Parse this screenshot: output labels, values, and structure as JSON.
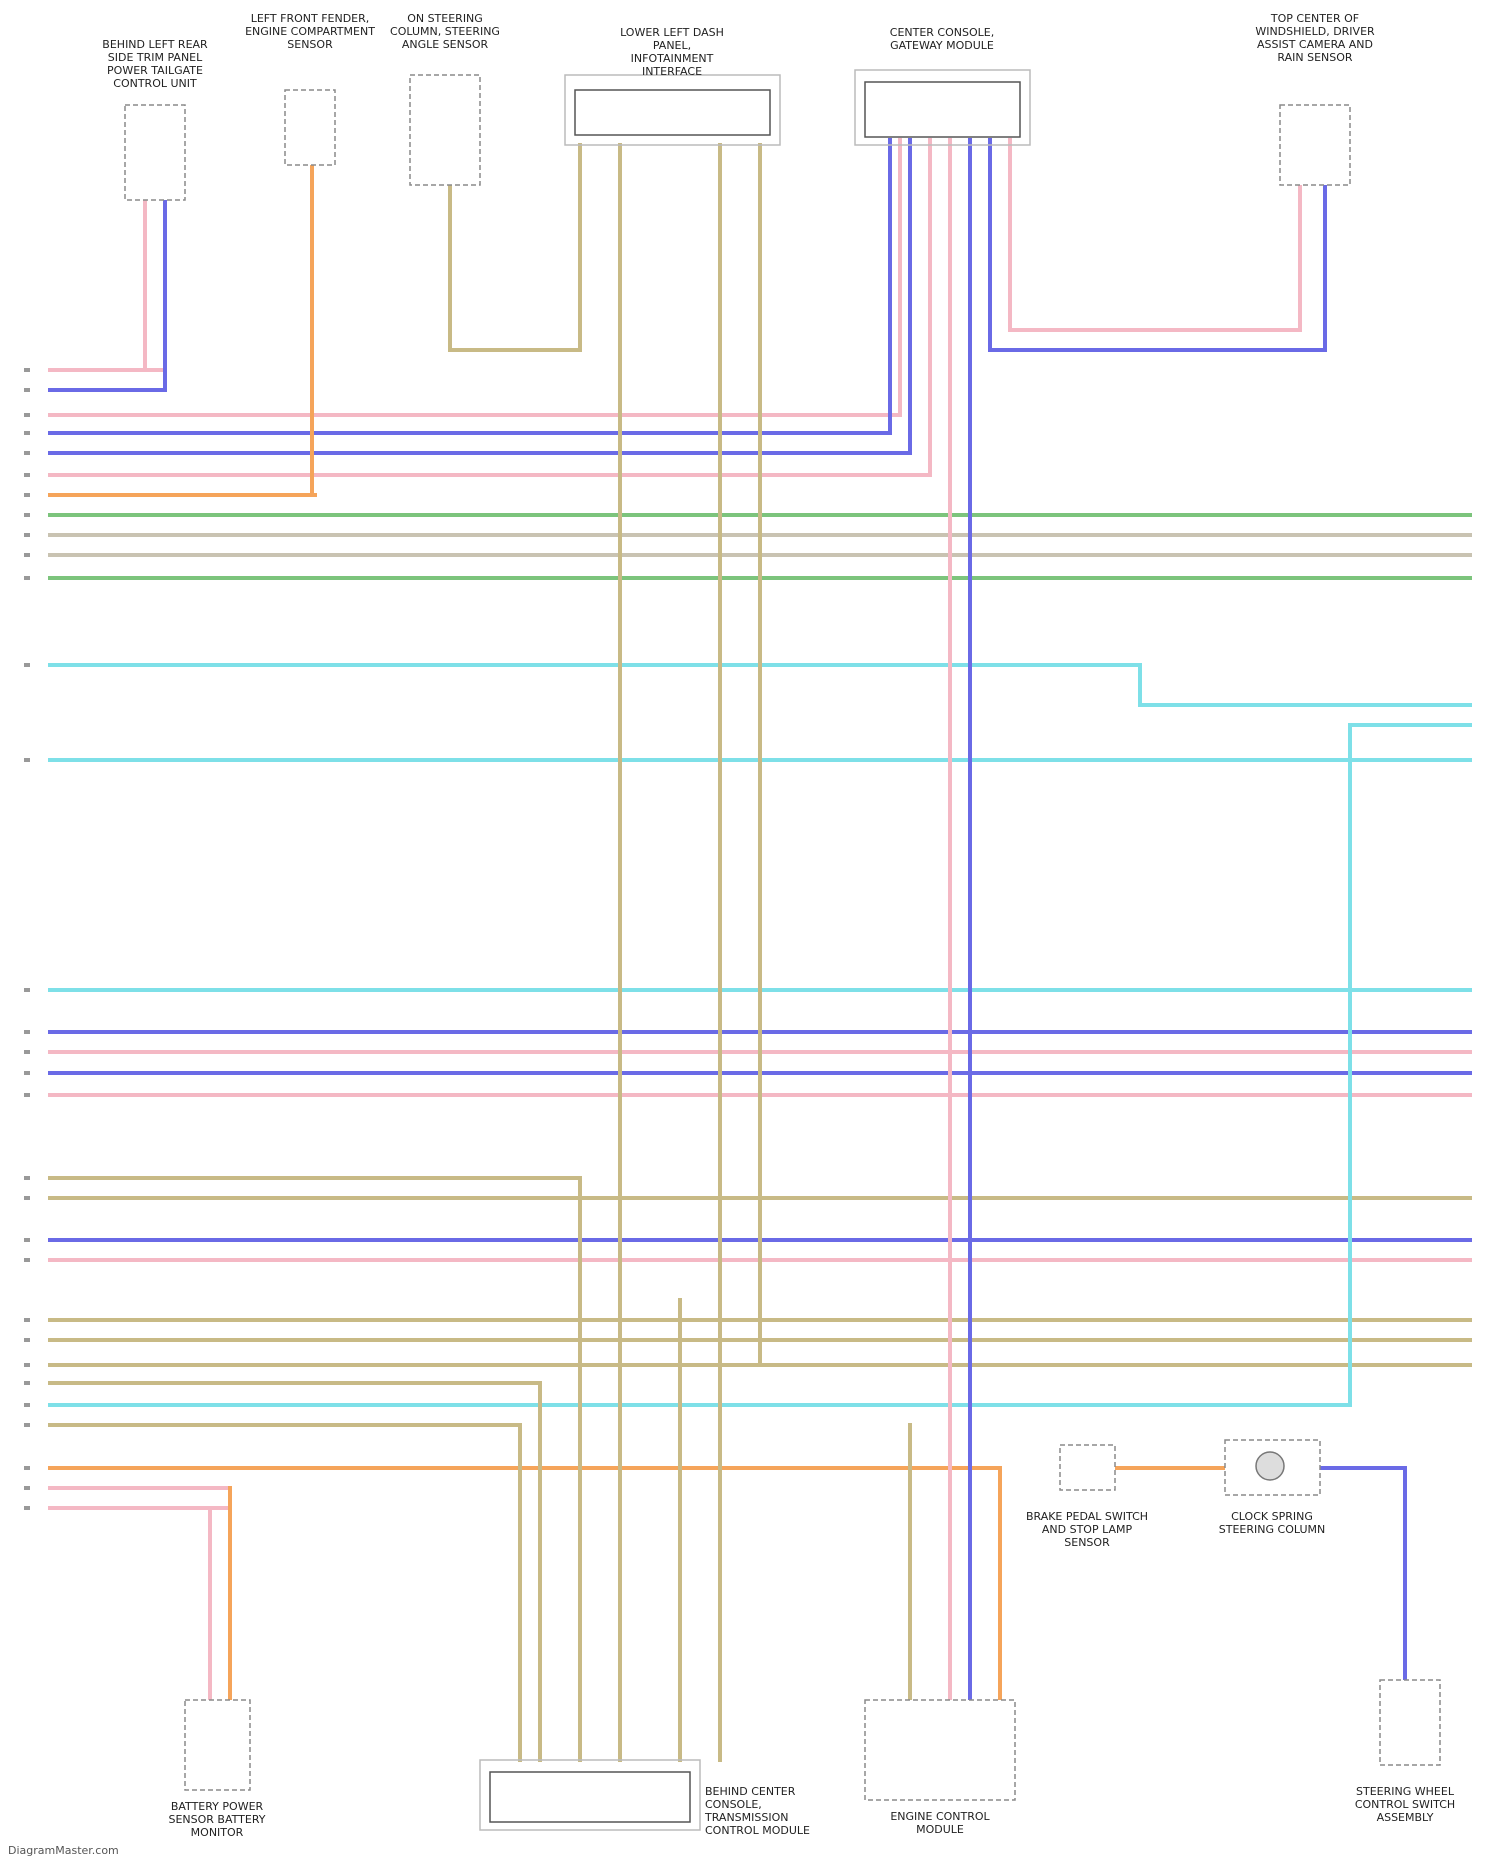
{
  "colors": {
    "pink": "#f4b8c4",
    "blue": "#6a6ae6",
    "orange": "#f5a45a",
    "green": "#7cc47c",
    "gray": "#c9c3b2",
    "cyan": "#7ee0e8",
    "tan": "#c8ba86",
    "red": "#e8a0b0"
  },
  "components": [
    {
      "id": "c1",
      "label": "BEHIND LEFT REAR SIDE TRIM PANEL POWER TAILGATE CONTROL UNIT"
    },
    {
      "id": "c2",
      "label": "LEFT FRONT FENDER, ENGINE COMPARTMENT SENSOR"
    },
    {
      "id": "c3",
      "label": "ON STEERING COLUMN, STEERING ANGLE SENSOR"
    },
    {
      "id": "c4",
      "label": "LOWER LEFT DASH PANEL, INFOTAINMENT INTERFACE"
    },
    {
      "id": "c5",
      "label": "CENTER CONSOLE, GATEWAY MODULE"
    },
    {
      "id": "c6",
      "label": "TOP CENTER OF WINDSHIELD, DRIVER ASSIST CAMERA AND RAIN SENSOR"
    },
    {
      "id": "c7",
      "label": "BEHIND CENTER CONSOLE, TRANSMISSION CONTROL MODULE"
    },
    {
      "id": "c8",
      "label": "ENGINE CONTROL MODULE"
    },
    {
      "id": "c9",
      "label": "BRAKE PEDAL SWITCH AND STOP LAMP SENSOR"
    },
    {
      "id": "c10",
      "label": "CLOCK SPRING STEERING COLUMN"
    },
    {
      "id": "c11",
      "label": "STEERING WHEEL CONTROL SWITCH ASSEMBLY"
    },
    {
      "id": "c12",
      "label": "BATTERY POWER SENSOR BATTERY MONITOR"
    }
  ],
  "footer": "DiagramMaster.com"
}
